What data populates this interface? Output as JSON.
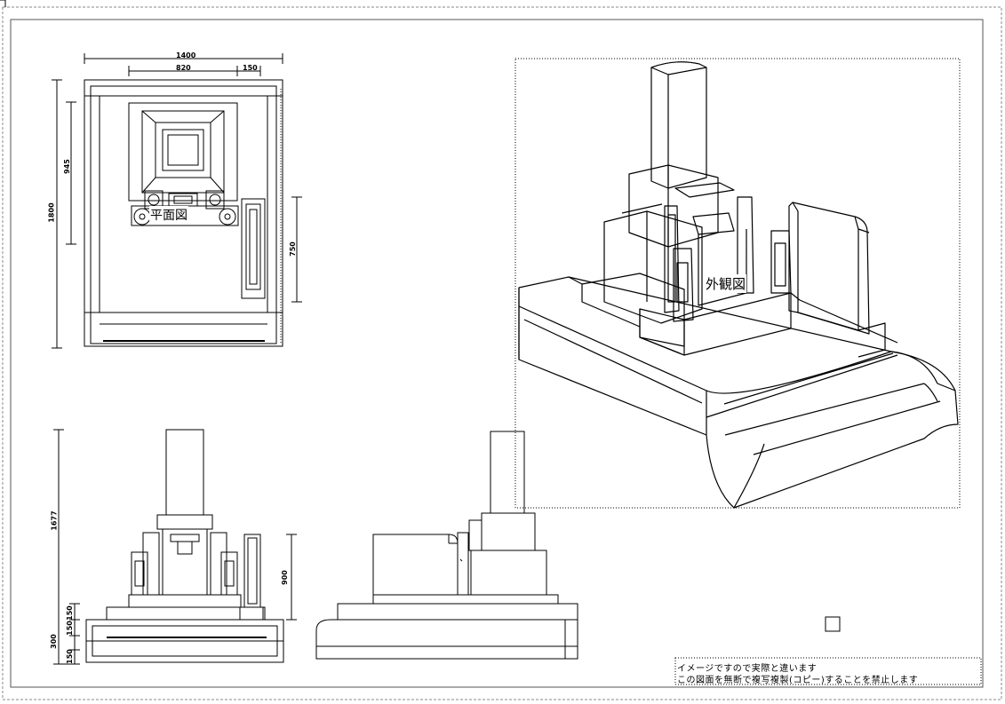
{
  "sheet": {
    "plan_label": "平面図",
    "view_label": "外観図",
    "note_line1": "イメージですので実際と違います",
    "note_line2": "この図面を無断で複写複製(コピー)することを禁止します"
  },
  "dims": {
    "plan_width": "1400",
    "plan_inner": "820",
    "plan_side": "150",
    "plan_depth": "1800",
    "plan_mid": "945",
    "plan_right": "750",
    "front_height": "1677",
    "front_right": "900",
    "front_base_a": "150",
    "front_base_b": "150",
    "front_base_c": "300",
    "front_base_d": "150"
  },
  "colors": {
    "line": "#000000",
    "dashed_border": "#8a8a8a",
    "paper": "#ffffff"
  }
}
